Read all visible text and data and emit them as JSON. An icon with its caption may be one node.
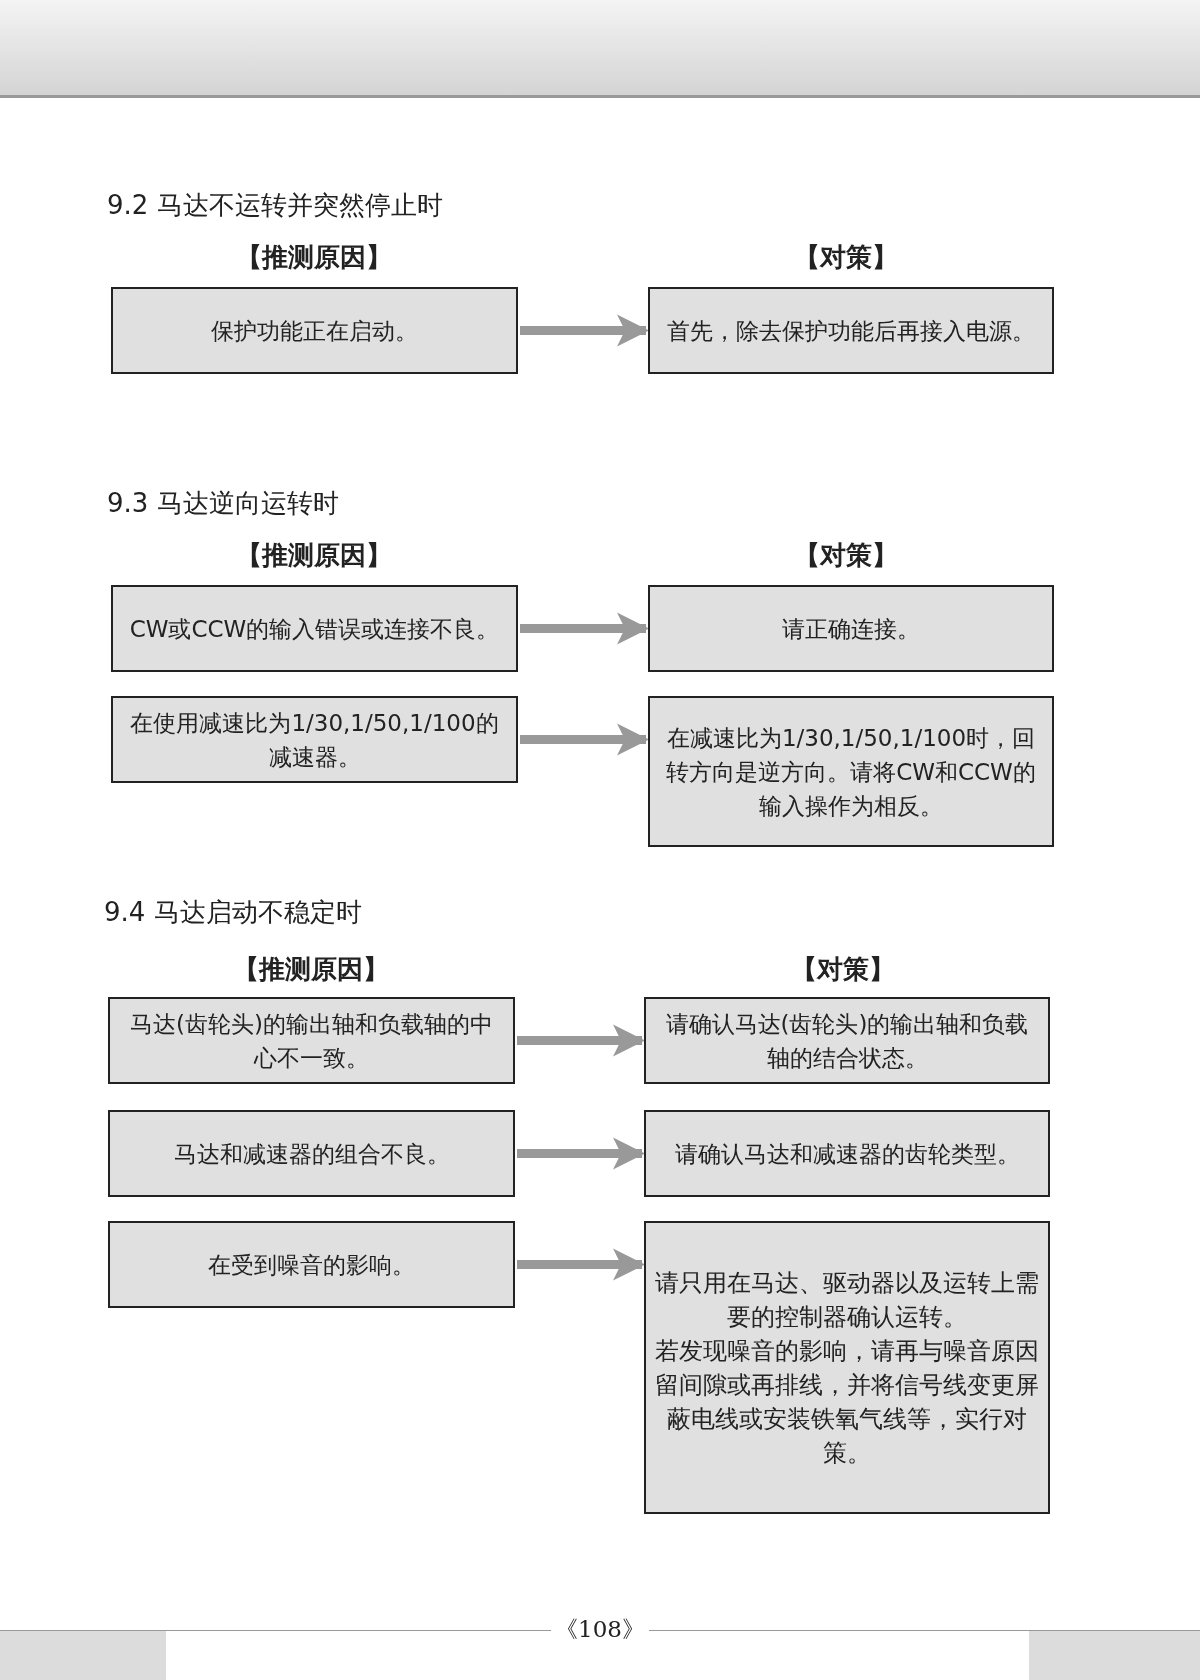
{
  "diagram": {
    "nodes": [
      {
        "text": [
          "保护功能正在启动。"
        ]
      },
      {
        "text": [
          "首先，除去保护功能后再接入电源。"
        ]
      },
      {
        "text": [
          "CW或CCW的输入错误或连接不良。"
        ]
      },
      {
        "text": [
          "请正确连接。"
        ]
      },
      {
        "text": [
          "在使用减速比为1/30,1/50,1/100的减速器。"
        ]
      },
      {
        "text": [
          "在减速比为1/30,1/50,1/100时，回转方向是逆方向。请将CW和CCW的输入操作为相反。"
        ]
      },
      {
        "text": [
          "马达(齿轮头)的输出轴和负载轴的中心不一致。"
        ]
      },
      {
        "text": [
          "请确认马达(齿轮头)的输出轴和负载轴的结合状态。"
        ]
      },
      {
        "text": [
          "马达和减速器的组合不良。"
        ]
      },
      {
        "text": [
          "请确认马达和减速器的齿轮类型。"
        ]
      },
      {
        "text": [
          "在受到噪音的影响。"
        ]
      },
      {
        "text": [
          "请只用在马达、驱动器以及运转上需要的控制器确认运转。",
          "若发现噪音的影响，请再与噪音原因留间隙或再排线，并将信号线变更屏蔽电线或安装铁氧气线等，实行对策。"
        ]
      }
    ],
    "edges": [
      {
        "from": 0,
        "to": 1,
        "arrow": "to"
      },
      {
        "from": 2,
        "to": 3,
        "arrow": "to"
      },
      {
        "from": 4,
        "to": 5,
        "arrow": "to"
      },
      {
        "from": 6,
        "to": 7,
        "arrow": "to"
      },
      {
        "from": 8,
        "to": 9,
        "arrow": "to"
      },
      {
        "from": 10,
        "to": 11,
        "arrow": "to"
      }
    ],
    "labels": [
      "9.2 马达不运转并突然停止时",
      "【推测原因】",
      "【对策】",
      "9.3 马达逆向运转时",
      "【推测原因】",
      "【对策】",
      "9.4 马达启动不稳定时",
      "【推测原因】",
      "【对策】",
      "《108》"
    ]
  }
}
